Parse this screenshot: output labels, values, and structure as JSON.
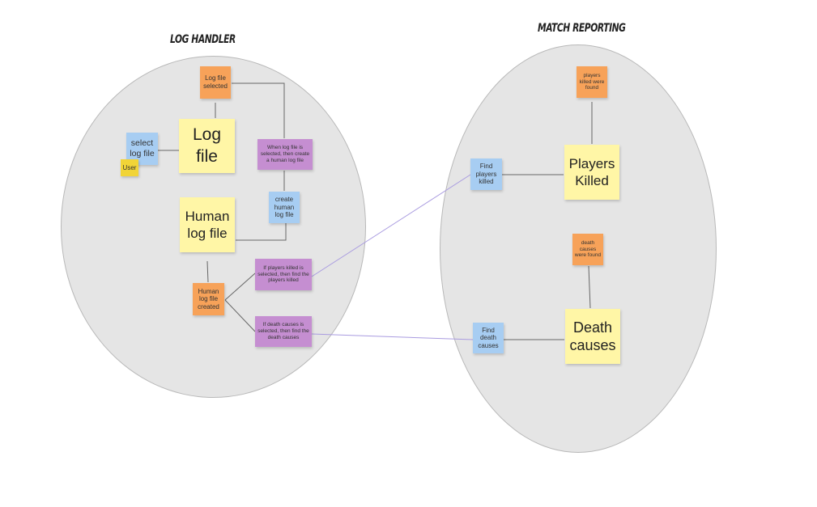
{
  "titles": {
    "log_handler": "LOG HANDLER",
    "match_reporting": "MATCH REPORTING"
  },
  "notes": {
    "log_file_selected": "Log file selected",
    "select_log_file": "select log file",
    "user": "User",
    "log_file": "Log file",
    "when_log_file_selected": "When log file is selected, then create a human log file",
    "create_human_log_file": "create human log file",
    "human_log_file": "Human log file",
    "if_players_killed": "If players killed is selected, then find the players killed",
    "human_log_file_created": "Human log file created",
    "if_death_causes": "If death causes is selected, then find the death causes",
    "players_killed_found": "players killed were found",
    "find_players_killed": "Find players killed",
    "players_killed": "Players Killed",
    "death_causes_found": "death causes were found",
    "find_death_causes": "Find death causes",
    "death_causes": "Death causes"
  },
  "colors": {
    "yellow": "#fff6a6",
    "blue": "#a7cdf2",
    "orange": "#f7a259",
    "purple": "#c58ed1",
    "gold": "#f1d437",
    "zone": "#e5e5e5",
    "connector": "#666666",
    "cross_link": "#a99be0"
  }
}
